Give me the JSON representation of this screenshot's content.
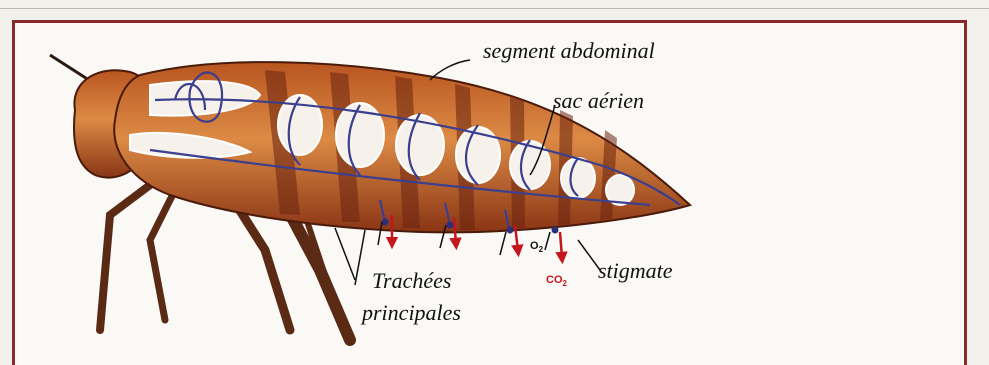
{
  "labels": {
    "segment": "segment abdominal",
    "sac": "sac aérien",
    "trachees_line1": "Trachées",
    "trachees_line2": "principales",
    "stigmate": "stigmate"
  },
  "gases": {
    "o2_main": "O",
    "o2_sub": "2",
    "co2_main": "CO",
    "co2_sub": "2"
  },
  "colors": {
    "frame": "#8a2a2e",
    "body_light": "#d9783a",
    "body_dark": "#6b2410",
    "trachea": "#3a3f8f",
    "arrow_red": "#c4161c",
    "co2_red": "#c4161c"
  }
}
